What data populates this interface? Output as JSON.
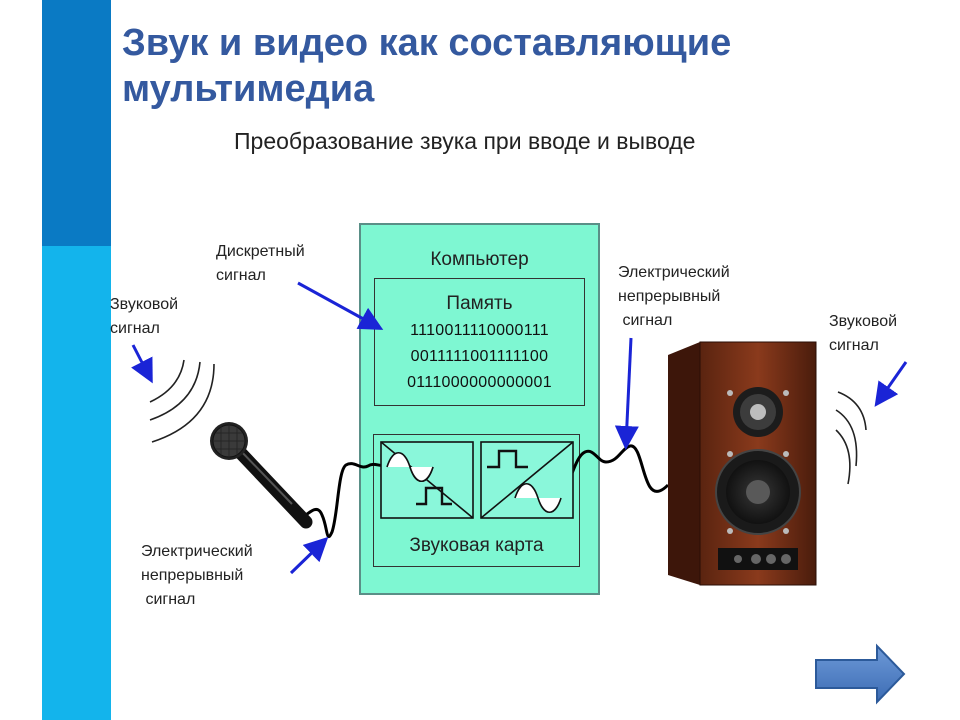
{
  "slide": {
    "title": "Звук и видео как составляющие мультимедиа",
    "subtitle": "Преобразование звука при вводе и выводе"
  },
  "labels": {
    "sound_signal_left": "Звуковой\nсигнал",
    "discrete_signal": "Дискретный\nсигнал",
    "electric_signal_bottom": "Электрический\nнепрерывный\n сигнал",
    "electric_signal_top": "Электрический\nнепрерывный\n сигнал",
    "sound_signal_right": "Звуковой\nсигнал"
  },
  "computer": {
    "title": "Компьютер",
    "memory": {
      "title": "Память",
      "bits": [
        "1110011110000111",
        "0011111001111100",
        "0111000000000001"
      ]
    },
    "sound_card": {
      "title": "Звуковая карта"
    }
  },
  "colors": {
    "title": "#34599f",
    "sidebar_dark": "#0a7ac4",
    "sidebar_light": "#13b4ec",
    "computer_fill": "#7ef7d2",
    "arrow": "#1a24d6",
    "nav_button": "#4a7fc4"
  },
  "icons": [
    "microphone-icon",
    "speaker-icon",
    "sound-wave-icon",
    "next-arrow-icon"
  ]
}
